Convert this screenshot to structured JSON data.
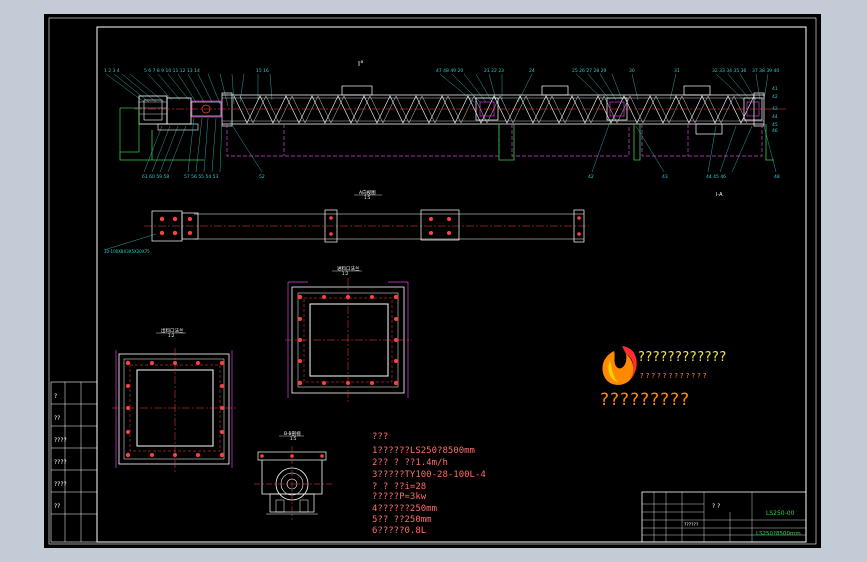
{
  "colors": {
    "viewport_bg": "#c3cbd7",
    "sheet_bg": "#000000",
    "green": "#35d04a",
    "magenta": "#e040e0",
    "red": "#ff4040",
    "white": "#ffffff",
    "cyan": "#33cccc",
    "yellow": "#f2e24b",
    "orange": "#ff8a00"
  },
  "main_view": {
    "label_top": "I°",
    "label_bottom": "I-A"
  },
  "section_a": {
    "title": "A向视图",
    "subtitle": "1:5"
  },
  "base_plan": {
    "note": "10-100X8X3X5X20X75"
  },
  "inlet_view": {
    "title": "进料口法兰",
    "subtitle": "1:2"
  },
  "outlet_view": {
    "title": "出料口法兰",
    "subtitle": "1:2"
  },
  "end_view": {
    "title": "B-B剖视",
    "subtitle": "1:5"
  },
  "tech_notes": {
    "heading": "???",
    "lines": [
      "1??????LS250?8500mm",
      "2??  ?  ??1.4m/h",
      "3?????TY100-28-100L-4",
      "   ?  ?  ??i=28",
      "   ?????P=3kw",
      "4??????250mm",
      "5??      ??250mm",
      "6?????0.8L"
    ]
  },
  "banner": {
    "line1": "????????????",
    "line2": "????????????",
    "line3": "?????????"
  },
  "title_block": {
    "drawing_no": "LS250-00",
    "title": "?  ?",
    "name": "LS250?8500mm",
    "material": "??????",
    "left_rows": [
      "?",
      "??",
      "????",
      "????",
      "????",
      "??"
    ]
  }
}
